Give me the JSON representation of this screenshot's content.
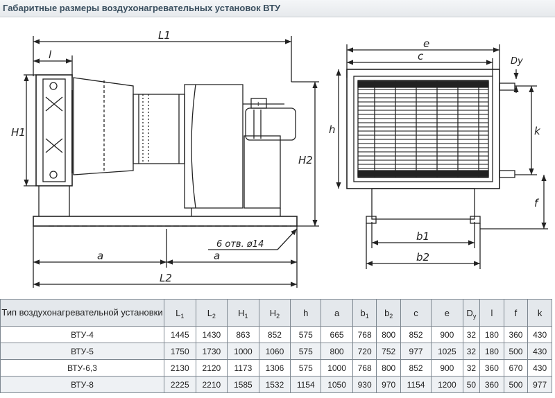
{
  "title": "Габаритные размеры воздухонагревательных установок ВТУ",
  "drawing": {
    "labels": {
      "L1": "L1",
      "l": "l",
      "H1": "H1",
      "H2": "H2",
      "a_left": "a",
      "a_right": "a",
      "L2": "L2",
      "holes": "6 отв. ø14",
      "e": "e",
      "c": "c",
      "Dy": "Dy",
      "h": "h",
      "k": "k",
      "f": "f",
      "b1": "b1",
      "b2": "b2"
    }
  },
  "table": {
    "headers": [
      {
        "main": "Тип  воздухонагревательной установки",
        "sub": ""
      },
      {
        "main": "L",
        "sub": "1"
      },
      {
        "main": "L",
        "sub": "2"
      },
      {
        "main": "H",
        "sub": "1"
      },
      {
        "main": "H",
        "sub": "2"
      },
      {
        "main": "h",
        "sub": ""
      },
      {
        "main": "a",
        "sub": ""
      },
      {
        "main": "b",
        "sub": "1"
      },
      {
        "main": "b",
        "sub": "2"
      },
      {
        "main": "c",
        "sub": ""
      },
      {
        "main": "e",
        "sub": ""
      },
      {
        "main": "D",
        "sub": "y"
      },
      {
        "main": "l",
        "sub": ""
      },
      {
        "main": "f",
        "sub": ""
      },
      {
        "main": "k",
        "sub": ""
      }
    ],
    "rows": [
      [
        "ВТУ-4",
        "1445",
        "1430",
        "863",
        "852",
        "575",
        "665",
        "768",
        "800",
        "852",
        "900",
        "32",
        "180",
        "360",
        "430"
      ],
      [
        "ВТУ-5",
        "1750",
        "1730",
        "1000",
        "1060",
        "575",
        "800",
        "720",
        "752",
        "977",
        "1025",
        "32",
        "180",
        "500",
        "430"
      ],
      [
        "ВТУ-6,3",
        "2130",
        "2120",
        "1173",
        "1306",
        "575",
        "1000",
        "768",
        "800",
        "852",
        "900",
        "32",
        "360",
        "670",
        "430"
      ],
      [
        "ВТУ-8",
        "2225",
        "2210",
        "1585",
        "1532",
        "1154",
        "1050",
        "930",
        "970",
        "1154",
        "1200",
        "50",
        "360",
        "500",
        "977"
      ]
    ]
  }
}
